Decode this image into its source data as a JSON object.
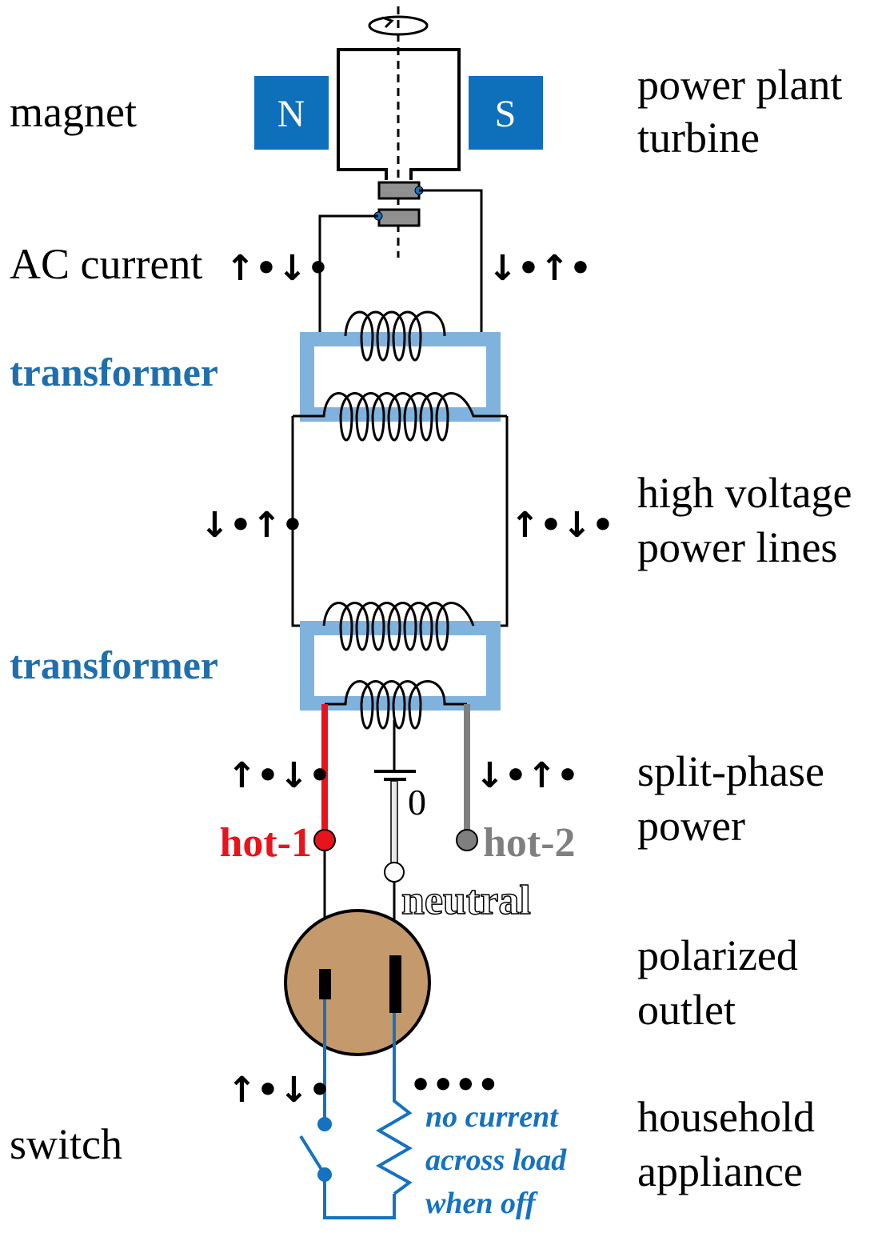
{
  "labels": {
    "magnet": "magnet",
    "power_plant_turbine": [
      "power plant",
      "turbine"
    ],
    "ac_current": "AC current",
    "transformer_top": "transformer",
    "transformer_bottom": "transformer",
    "high_voltage_power_lines": [
      "high voltage",
      "power lines"
    ],
    "split_phase_power": [
      "split-phase",
      "power"
    ],
    "hot_1": "hot-1",
    "hot_2": "hot-2",
    "neutral": "neutral",
    "ground_zero": "0",
    "polarized_outlet": [
      "polarized",
      "outlet"
    ],
    "switch": "switch",
    "household_appliance": [
      "household",
      "appliance"
    ],
    "no_current_note": [
      "no current",
      "across load",
      "when off"
    ]
  },
  "magnet_poles": {
    "north": "N",
    "south": "S"
  },
  "current_arrows": {
    "ac_left": "↑•↓•",
    "ac_right": "↓•↑•",
    "hv_left": "↓•↑•",
    "hv_right": "↑•↓•",
    "split_left": "↑•↓•",
    "split_right": "↓•↑•",
    "appliance_left": "↑•↓•",
    "appliance_right": "••••"
  },
  "colors": {
    "magnet_blue": "#0E6FBA",
    "transformer_core": "#7FB3DE",
    "transformer_text": "#1F6FAE",
    "hot_1": "#E8141B",
    "hot_2": "#7F7F7F",
    "neutral": "#E8E8E8",
    "outlet_body": "#C49A6C",
    "appliance_wire": "#1472C1",
    "brush": "#909090"
  }
}
